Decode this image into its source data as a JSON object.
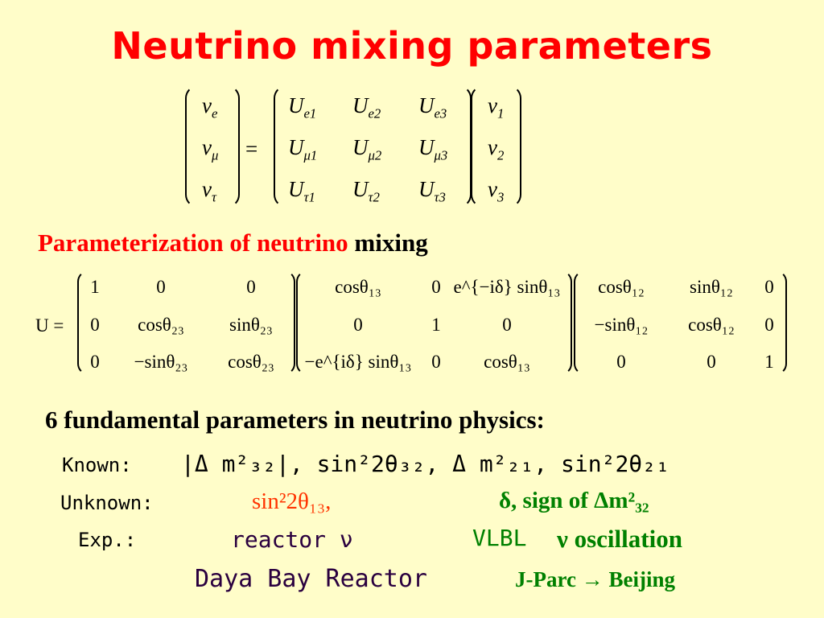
{
  "title": "Neutrino mixing parameters",
  "matrix1": {
    "lhs": [
      [
        "ν",
        "e"
      ],
      [
        "ν",
        "μ"
      ],
      [
        "ν",
        "τ"
      ]
    ],
    "equals": "=",
    "U": [
      [
        [
          "U",
          "e1"
        ],
        [
          "U",
          "e2"
        ],
        [
          "U",
          "e3"
        ]
      ],
      [
        [
          "U",
          "μ1"
        ],
        [
          "U",
          "μ2"
        ],
        [
          "U",
          "μ3"
        ]
      ],
      [
        [
          "U",
          "τ1"
        ],
        [
          "U",
          "τ2"
        ],
        [
          "U",
          "τ3"
        ]
      ]
    ],
    "rhs": [
      [
        "ν",
        "1"
      ],
      [
        "ν",
        "2"
      ],
      [
        "ν",
        "3"
      ]
    ]
  },
  "param_heading": {
    "red_part": "Parameterization of neutrino",
    "black_part": "mixing"
  },
  "matrix2": {
    "lhs": "U =",
    "m23": [
      [
        "1",
        "0",
        "0"
      ],
      [
        "0",
        "cosθ₂₃",
        "sinθ₂₃"
      ],
      [
        "0",
        "−sinθ₂₃",
        "cosθ₂₃"
      ]
    ],
    "m13": [
      [
        "cosθ₁₃",
        "0",
        "e^{−iδ} sinθ₁₃"
      ],
      [
        "0",
        "1",
        "0"
      ],
      [
        "−e^{iδ} sinθ₁₃",
        "0",
        "cosθ₁₃"
      ]
    ],
    "m12": [
      [
        "cosθ₁₂",
        "sinθ₁₂",
        "0"
      ],
      [
        "−sinθ₁₂",
        "cosθ₁₂",
        "0"
      ],
      [
        "0",
        "0",
        "1"
      ]
    ]
  },
  "fundamental": {
    "heading": "6 fundamental parameters in neutrino physics:",
    "known_label": "Known:",
    "known_value": "|Δ m²₃₂|, sin²2θ₃₂, Δ m²₂₁, sin²2θ₂₁",
    "unknown_label": "Unknown:",
    "unknown_red": "sin²2θ₁₃,",
    "unknown_green": "δ,   sign of  Δm²₃₂",
    "exp_label": "Exp.:",
    "exp_reactor": "reactor ν",
    "exp_vlbl": "VLBL",
    "exp_oscillation": "ν oscillation",
    "daya_bay": "Daya Bay Reactor",
    "jparc": "J-Parc  → Beijing"
  },
  "colors": {
    "background": "#fffdc9",
    "title": "#ff0000",
    "green": "#008000",
    "purple": "#2a003f",
    "orange": "#ff3300"
  }
}
